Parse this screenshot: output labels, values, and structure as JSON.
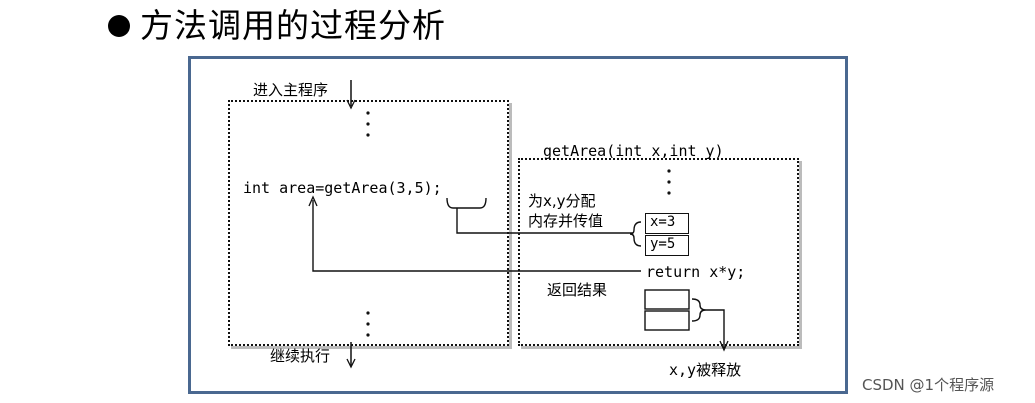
{
  "heading": {
    "text": "方法调用的过程分析"
  },
  "main_program": {
    "enter_label": "进入主程序",
    "call_statement": "int area=getArea(3,5);",
    "continue_label": "继续执行"
  },
  "method": {
    "signature": "getArea(int x,int y)",
    "alloc_label_line1": "为x,y分配",
    "alloc_label_line2": "内存并传值",
    "param_x": "x=3",
    "param_y": "y=5",
    "return_statement": "return x*y;",
    "return_label": "返回结果",
    "release_label": "x,y被释放"
  },
  "watermark": "CSDN @1个程序源",
  "colors": {
    "frame_border": "#4a6890"
  }
}
